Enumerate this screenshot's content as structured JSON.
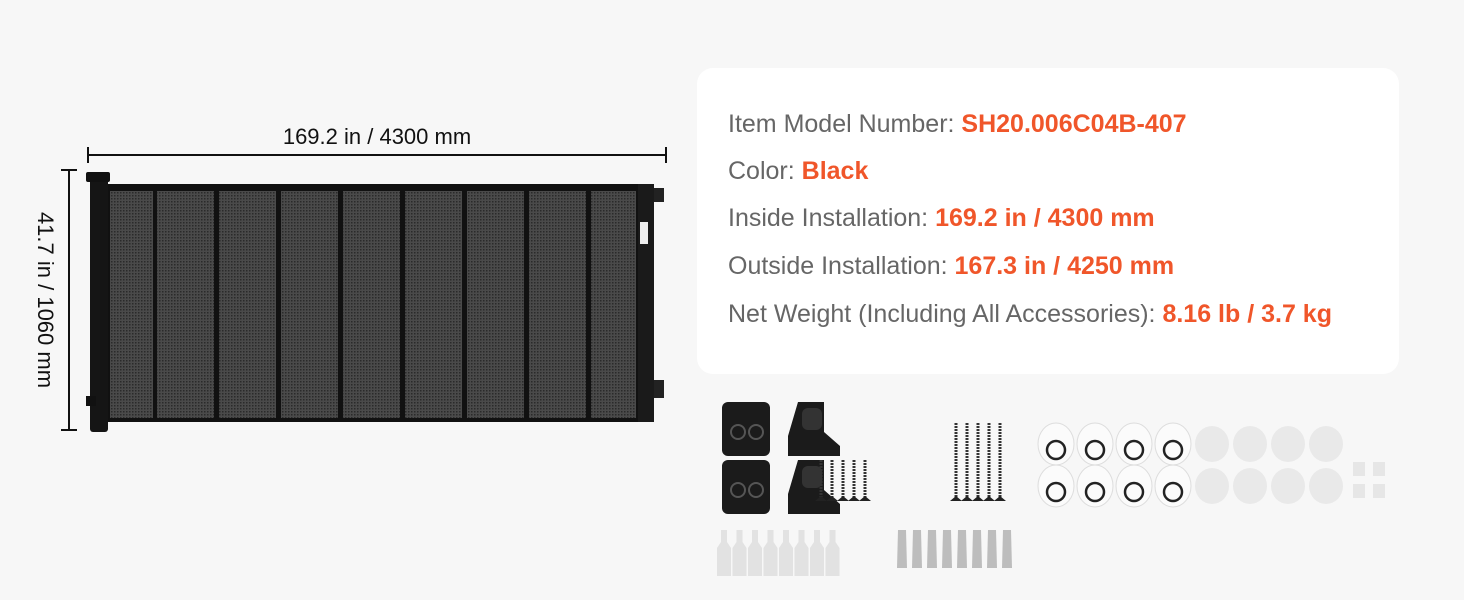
{
  "dimensions": {
    "width_label": "169.2 in / 4300 mm",
    "height_label": "41.7 in / 1060 mm"
  },
  "specs": [
    {
      "label": "Item Model Number: ",
      "value": "SH20.006C04B-407"
    },
    {
      "label": "Color: ",
      "value": "Black"
    },
    {
      "label": "Inside Installation: ",
      "value": "169.2 in / 4300 mm"
    },
    {
      "label": "Outside Installation: ",
      "value": "167.3 in / 4250 mm"
    },
    {
      "label": "Net Weight (Including All Accessories): ",
      "value": "8.16 lb / 3.7 kg"
    }
  ],
  "colors": {
    "accent": "#f0562a",
    "label": "#666666",
    "background": "#f7f7f7",
    "mesh": "#3a3a3a"
  },
  "accessories": {
    "mounting_brackets": 4,
    "short_screws": 5,
    "long_screws": 5,
    "ring_plates": 8,
    "adhesive_pads": 8,
    "clips": 4,
    "white_anchors": 8,
    "gray_anchors": 8
  }
}
